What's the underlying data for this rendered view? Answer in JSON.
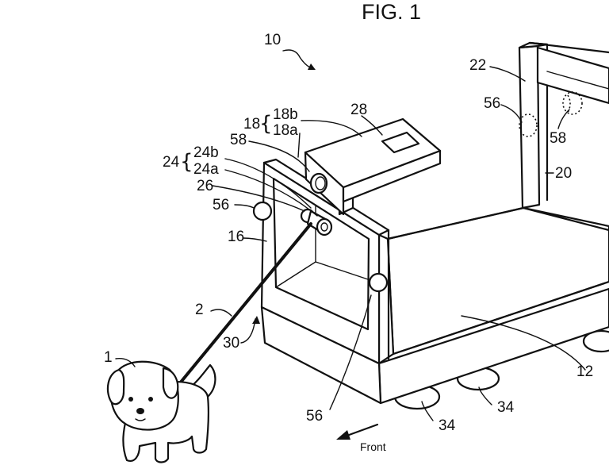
{
  "figure": {
    "title": "FIG. 1",
    "direction_label": "Front",
    "labels": {
      "l10": "10",
      "l22": "22",
      "l28": "28",
      "l18": "18",
      "l18b": "18b",
      "l18a": "18a",
      "l58_left": "58",
      "l24": "24",
      "l24b": "24b",
      "l24a": "24a",
      "l26": "26",
      "l56_left": "56",
      "l16": "16",
      "l56_right": "56",
      "l58_right": "58",
      "l20": "20",
      "l2": "2",
      "l30": "30",
      "l1": "1",
      "l12": "12",
      "l34_right": "34",
      "l34_bottom": "34",
      "l56_bottom": "56"
    }
  }
}
